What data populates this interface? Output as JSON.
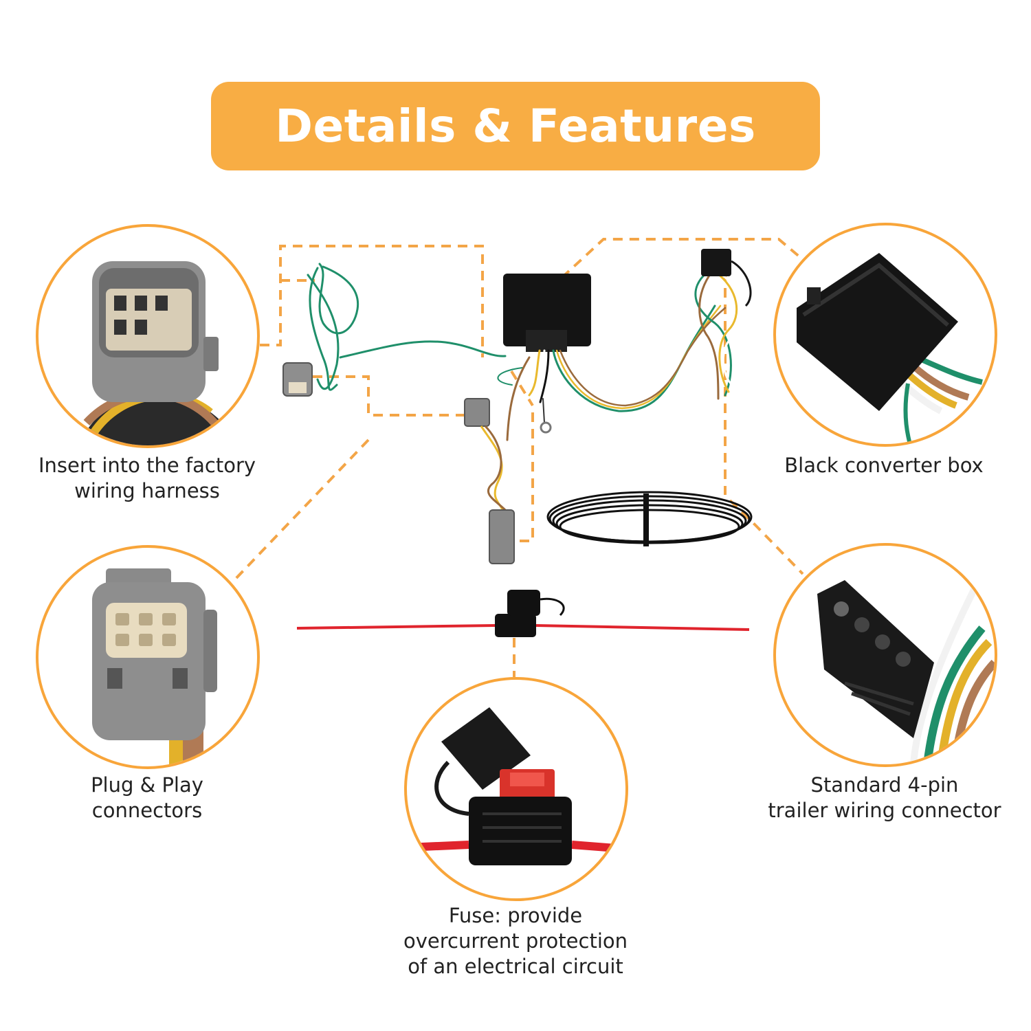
{
  "banner": {
    "title": "Details & Features"
  },
  "features": {
    "factory_harness": {
      "line1": "Insert into the factory",
      "line2": "wiring harness",
      "icon": "factory-harness-connector-icon"
    },
    "converter_box": {
      "line1": "Black converter box",
      "icon": "converter-box-icon"
    },
    "plug_play": {
      "line1": "Plug & Play",
      "line2": "connectors",
      "icon": "plug-connector-icon"
    },
    "four_pin": {
      "line1": "Standard 4-pin",
      "line2": "trailer wiring connector",
      "icon": "four-pin-connector-icon"
    },
    "fuse": {
      "line1": "Fuse: provide",
      "line2": "overcurrent protection",
      "line3": "of an electrical circuit",
      "icon": "fuse-holder-icon"
    }
  },
  "colors": {
    "accent": "#f8ad44",
    "circle_border": "#f8a53a",
    "dashed_leader": "#f3a547",
    "wire_green": "#1f8f6a",
    "wire_yellow": "#e9b92d",
    "wire_brown": "#9a6a3c",
    "wire_red": "#e0242d"
  }
}
